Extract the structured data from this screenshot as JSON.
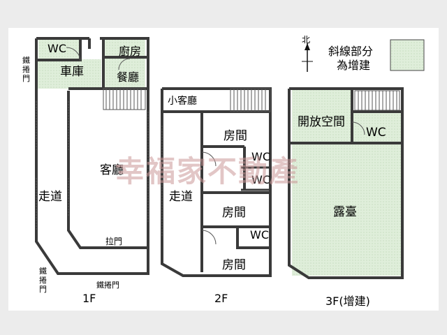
{
  "compass": {
    "label": "北"
  },
  "legend": {
    "line1": "斜線部分",
    "line2": "為增建",
    "swatch_color": "#d9ead3"
  },
  "hatch_color": "#d9ead3",
  "watermark": "幸福家不動產",
  "floors": {
    "f1": {
      "caption": "1F",
      "rooms": {
        "wc": "WC",
        "garage": "車庫",
        "kitchen": "廚房",
        "dining": "餐廳",
        "living": "客廳",
        "corridor": "走道",
        "sliding_door": "拉門",
        "shutter_top": "鐵\n捲\n門",
        "shutter_bottom_left": "鐵\n捲\n門",
        "shutter_bottom": "鐵捲門"
      }
    },
    "f2": {
      "caption": "2F",
      "rooms": {
        "small_living": "小客廳",
        "bedroom1": "房間",
        "bedroom2": "房間",
        "bedroom3": "房間",
        "wc1": "WC",
        "wc2": "WC",
        "wc3": "WC",
        "corridor": "走道"
      }
    },
    "f3": {
      "caption": "3F(增建)",
      "rooms": {
        "open_space": "開放空間",
        "wc": "WC",
        "terrace": "露臺"
      }
    }
  }
}
